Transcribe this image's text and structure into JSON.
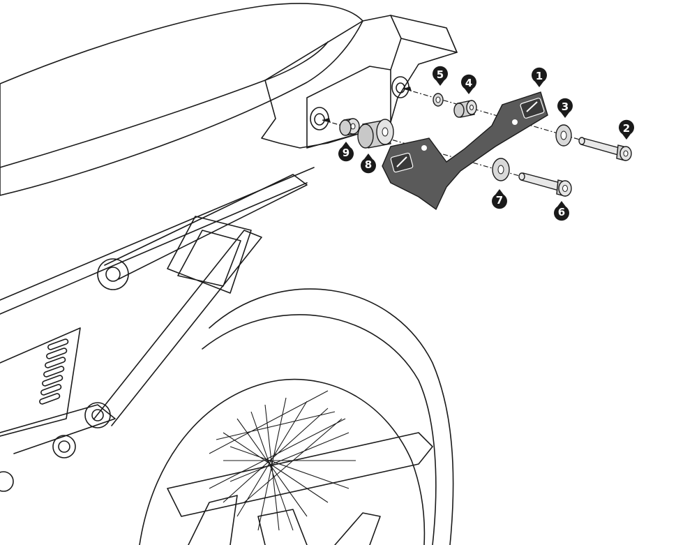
{
  "diagram": {
    "type": "exploded-assembly",
    "colors": {
      "line": "#1a1a1a",
      "bracket": "#5a5a5a",
      "part_fill": "#d9d9d9",
      "callout": "#1a1a1a",
      "callout_text": "#ffffff"
    },
    "callouts": [
      {
        "id": "1",
        "part": "bracket"
      },
      {
        "id": "2",
        "part": "bolt-upper"
      },
      {
        "id": "3",
        "part": "washer-upper"
      },
      {
        "id": "4",
        "part": "spacer-upper"
      },
      {
        "id": "5",
        "part": "bushing-upper"
      },
      {
        "id": "6",
        "part": "bolt-lower"
      },
      {
        "id": "7",
        "part": "washer-lower"
      },
      {
        "id": "8",
        "part": "spacer-lower"
      },
      {
        "id": "9",
        "part": "bushing-lower"
      }
    ]
  }
}
